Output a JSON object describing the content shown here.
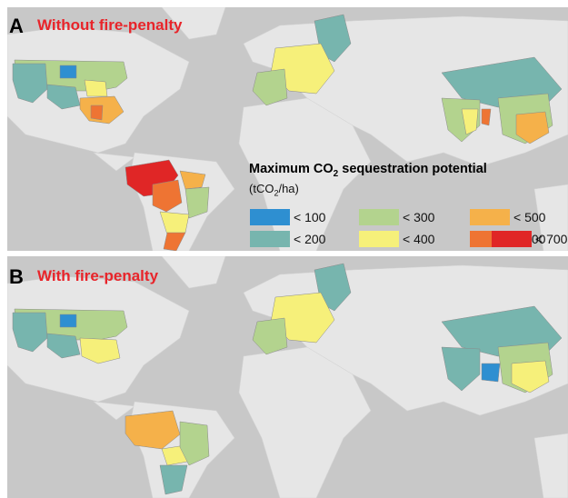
{
  "panels": [
    {
      "letter": "A",
      "title": "Without fire-penalty"
    },
    {
      "letter": "B",
      "title": "With fire-penalty"
    }
  ],
  "legend": {
    "title_prefix": "Maximum CO",
    "title_sub": "2",
    "title_suffix": " sequestration potential",
    "unit_prefix": "(tCO",
    "unit_sub": "2",
    "unit_suffix": "/ha)",
    "items": [
      {
        "label": "< 100",
        "color": "#2e8fd1"
      },
      {
        "label": "< 200",
        "color": "#77b5ae"
      },
      {
        "label": "< 300",
        "color": "#b3d38e"
      },
      {
        "label": "< 400",
        "color": "#f6f07a"
      },
      {
        "label": "< 500",
        "color": "#f5b14a"
      },
      {
        "label": "< 600",
        "color": "#ee7433"
      },
      {
        "label": "< 700",
        "color": "#e02626"
      }
    ]
  },
  "colors": {
    "ocean": "#c8c8c8",
    "land": "#e6e6e6",
    "title_red": "#e8242a"
  }
}
